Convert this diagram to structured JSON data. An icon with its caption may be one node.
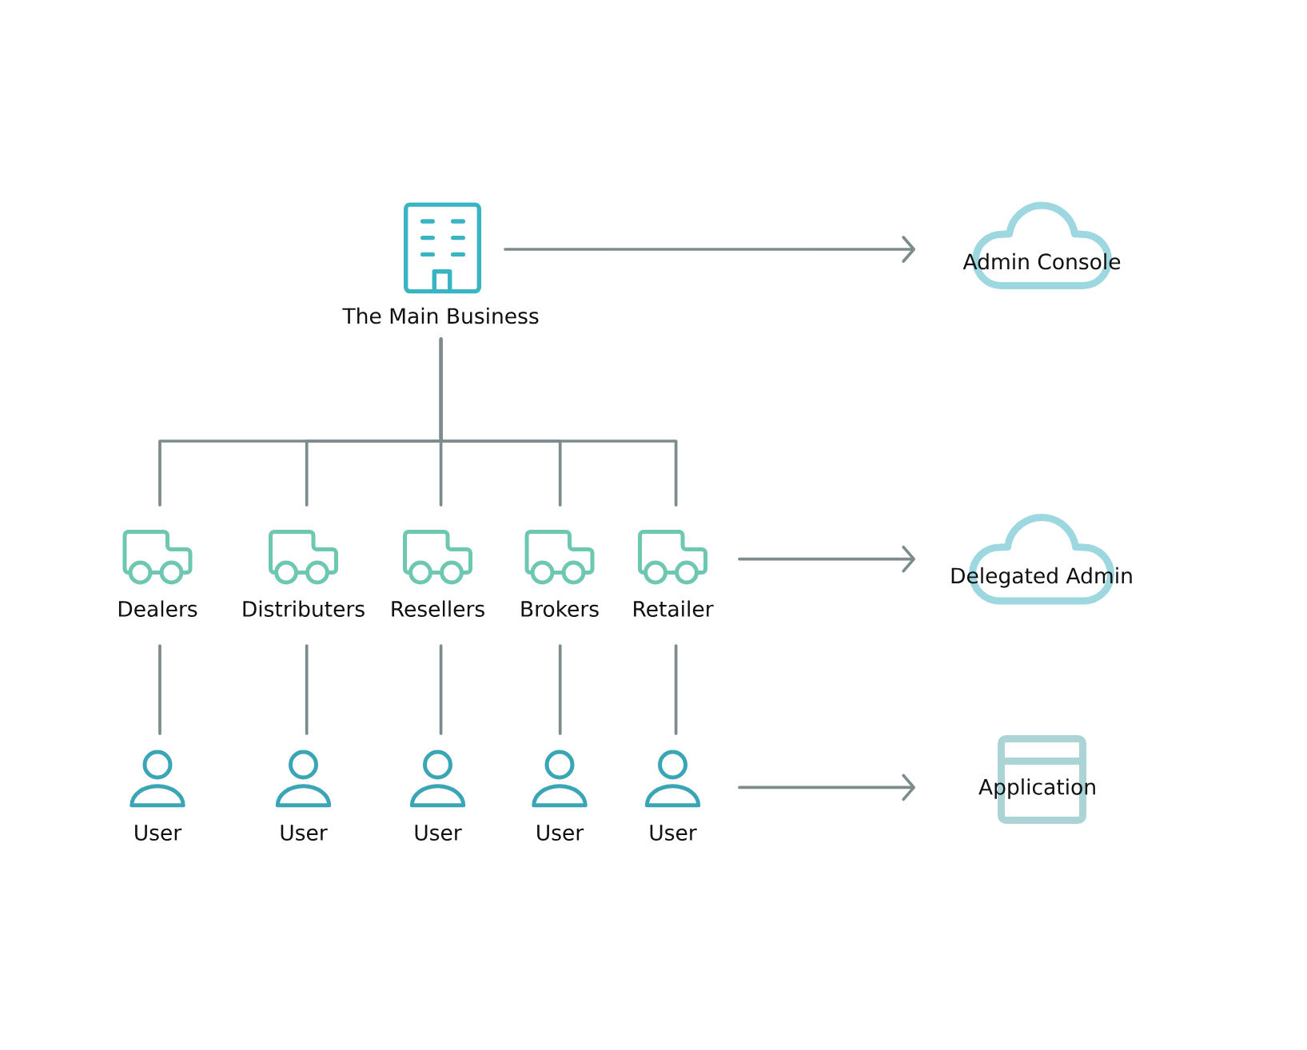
{
  "diagram": {
    "nodes": [
      {
        "text": [
          "The Main Business"
        ]
      },
      {
        "text": [
          "Admin Console"
        ]
      },
      {
        "text": [
          "Dealers"
        ]
      },
      {
        "text": [
          "Distributers"
        ]
      },
      {
        "text": [
          "Resellers"
        ]
      },
      {
        "text": [
          "Brokers"
        ]
      },
      {
        "text": [
          "Retailer"
        ]
      },
      {
        "text": [
          "Delegated Admin"
        ]
      },
      {
        "text": [
          "User"
        ]
      },
      {
        "text": [
          "User"
        ]
      },
      {
        "text": [
          "User"
        ]
      },
      {
        "text": [
          "User"
        ]
      },
      {
        "text": [
          "User"
        ]
      },
      {
        "text": [
          "Application"
        ]
      }
    ],
    "edges": [
      {
        "from": 0,
        "to": 1,
        "arrow": "to"
      },
      {
        "from": 0,
        "to": 2,
        "arrow": "none"
      },
      {
        "from": 0,
        "to": 3,
        "arrow": "none"
      },
      {
        "from": 0,
        "to": 4,
        "arrow": "none"
      },
      {
        "from": 0,
        "to": 5,
        "arrow": "none"
      },
      {
        "from": 0,
        "to": 6,
        "arrow": "none"
      },
      {
        "from": 6,
        "to": 7,
        "arrow": "to"
      },
      {
        "from": 2,
        "to": 8,
        "arrow": "none"
      },
      {
        "from": 3,
        "to": 9,
        "arrow": "none"
      },
      {
        "from": 4,
        "to": 10,
        "arrow": "none"
      },
      {
        "from": 5,
        "to": 11,
        "arrow": "none"
      },
      {
        "from": 6,
        "to": 12,
        "arrow": "none"
      },
      {
        "from": 12,
        "to": 13,
        "arrow": "to"
      }
    ]
  }
}
